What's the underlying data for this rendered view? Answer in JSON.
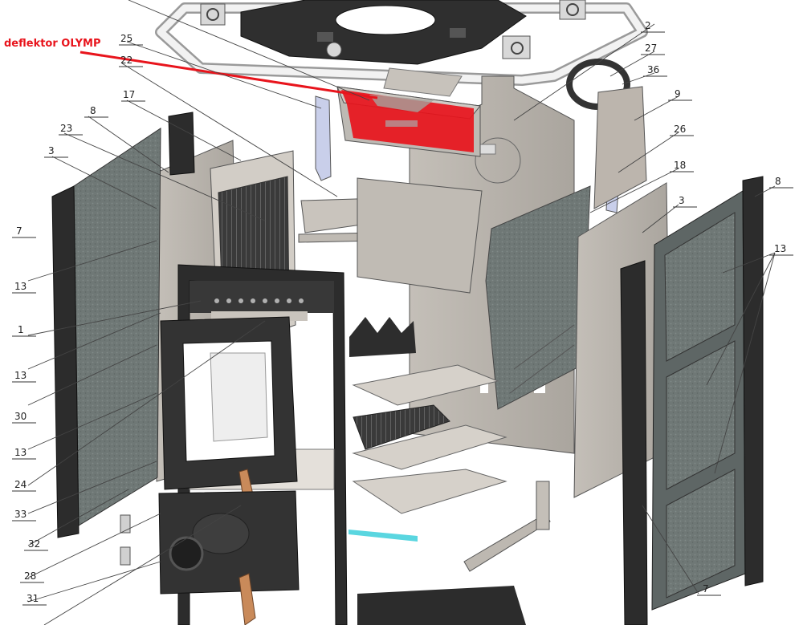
{
  "callout": {
    "text": "deflektor OLYMP",
    "color": "#e8141c"
  },
  "labels": {
    "l25": "25",
    "l22": "22",
    "l17": "17",
    "l8a": "8",
    "l23": "23",
    "l3a": "3",
    "l7a": "7",
    "l13a": "13",
    "l1": "1",
    "l13b": "13",
    "l30": "30",
    "l13c": "13",
    "l24": "24",
    "l33": "33",
    "l32": "32",
    "l28": "28",
    "l31": "31",
    "l2": "2",
    "l27": "27",
    "l36": "36",
    "l9": "9",
    "l26": "26",
    "l18": "18",
    "l3b": "3",
    "l8b": "8",
    "l13d": "13",
    "l7b": "7"
  },
  "colors": {
    "panel_grey": "#b9b4ad",
    "dark_metal": "#2b2b2b",
    "stone": "#6c7573",
    "deflector_red": "#e8141c",
    "blue_bar": "#c9cfea",
    "wood": "#c98a5a",
    "cyan_strip": "#5ad6e0"
  }
}
